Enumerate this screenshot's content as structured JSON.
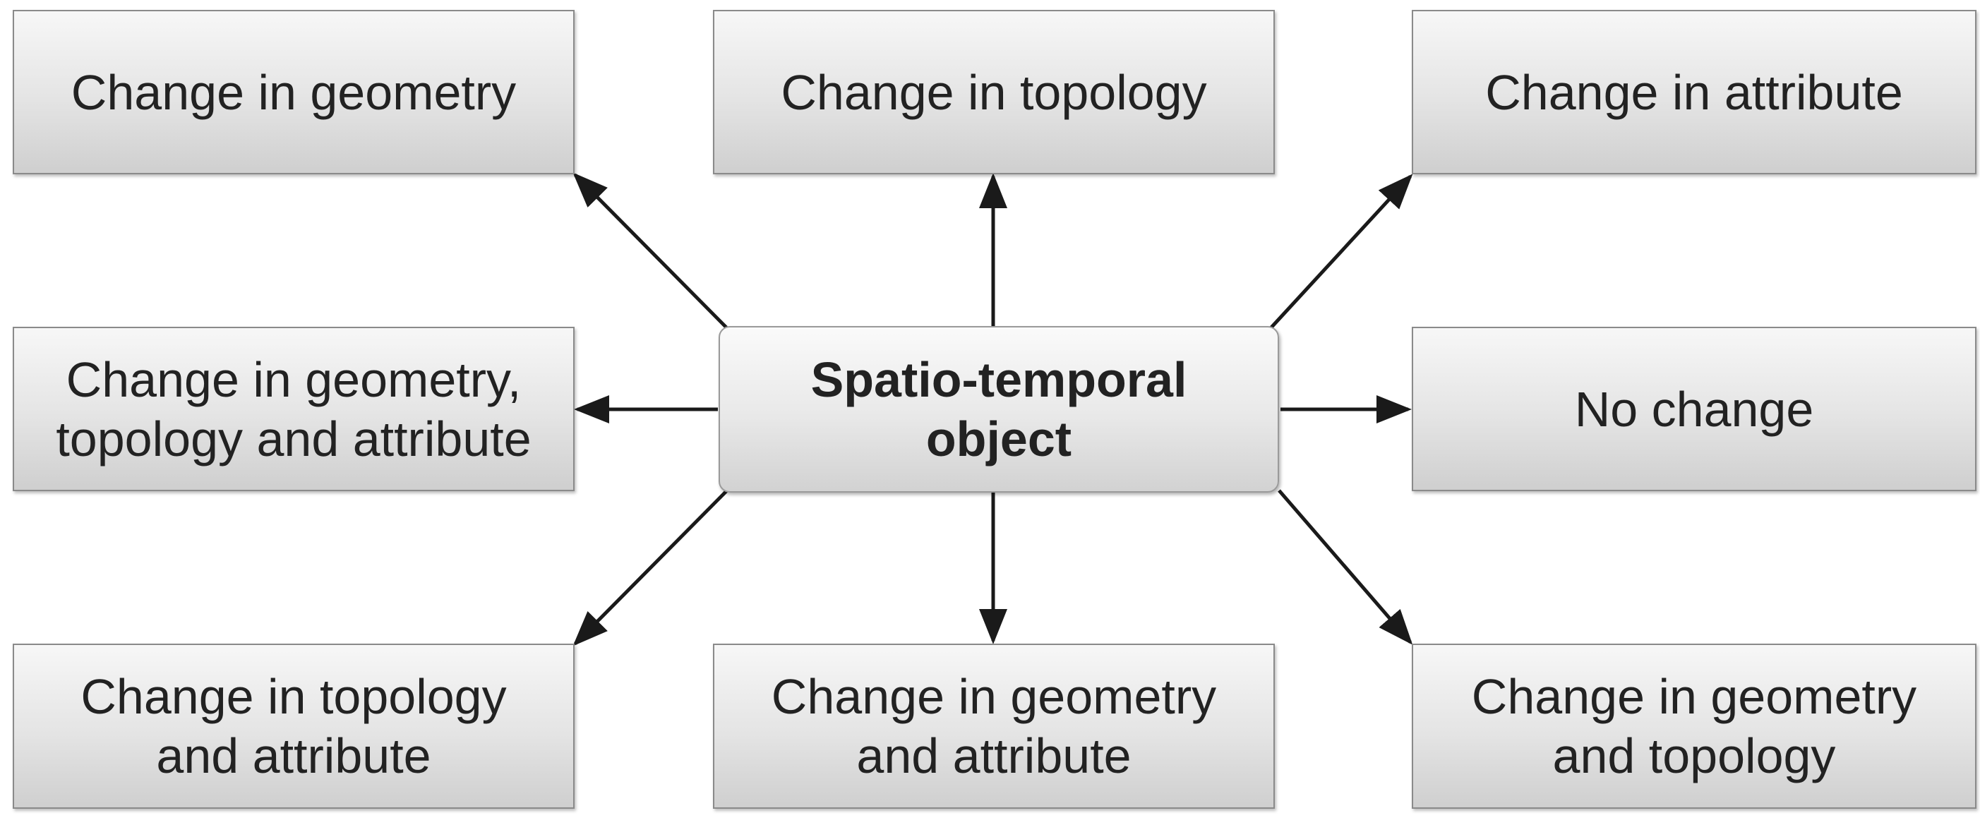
{
  "center": {
    "label": "Spatio-temporal\nobject"
  },
  "nodes": {
    "geometry": {
      "label": "Change in geometry"
    },
    "topology": {
      "label": "Change in topology"
    },
    "attribute": {
      "label": "Change in attribute"
    },
    "geometry_topology_attribute": {
      "label": "Change in geometry,\ntopology and attribute"
    },
    "no_change": {
      "label": "No change"
    },
    "topology_attribute": {
      "label": "Change in topology\nand attribute"
    },
    "geometry_attribute": {
      "label": "Change in geometry\nand attribute"
    },
    "geometry_topology": {
      "label": "Change in geometry\nand topology"
    }
  },
  "colors": {
    "box_border": "#8a8a8a",
    "arrow": "#1a1a1a",
    "text": "#222222"
  }
}
